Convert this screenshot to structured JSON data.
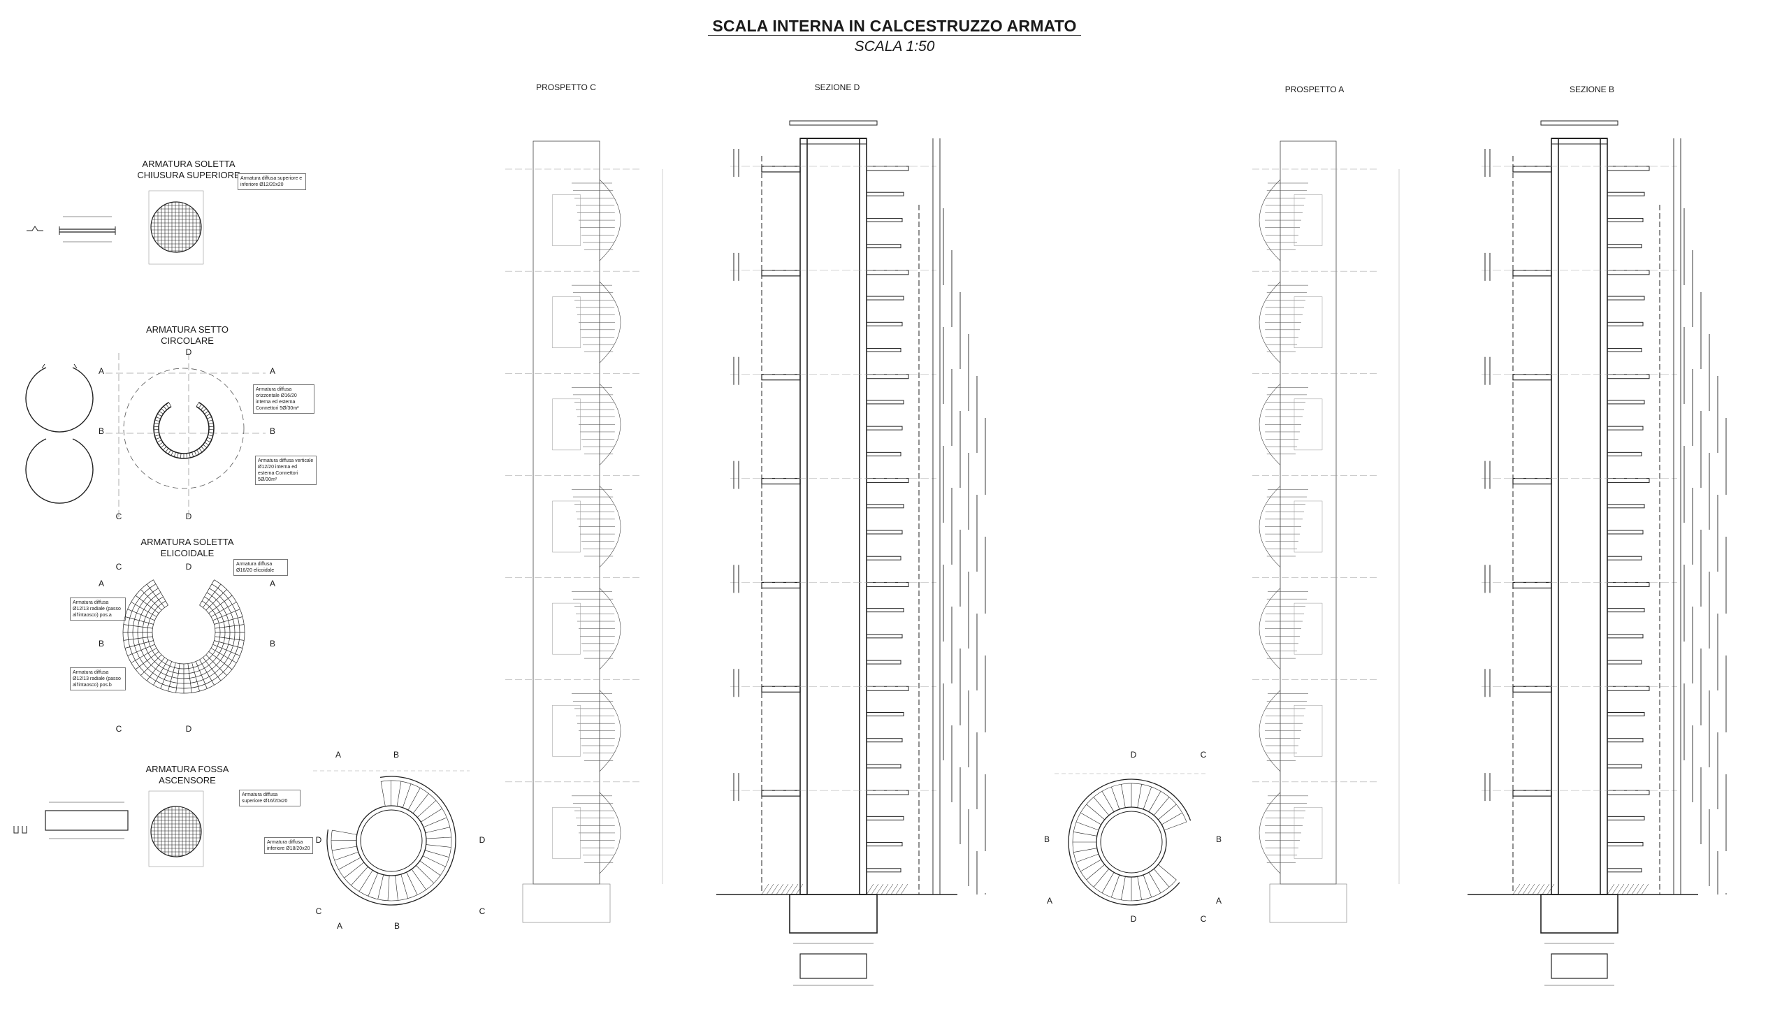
{
  "title": "SCALA INTERNA IN CALCESTRUZZO ARMATO",
  "subtitle": "SCALA 1:50",
  "views": {
    "prospetto_c": "PROSPETTO C",
    "sezione_d": "SEZIONE D",
    "prospetto_a": "PROSPETTO A",
    "sezione_b": "SEZIONE B"
  },
  "details": {
    "soletta_superiore": {
      "title_line1": "ARMATURA SOLETTA",
      "title_line2": "CHIUSURA SUPERIORE",
      "note": "Armatura diffusa superiore e inferiore Ø12/20x20"
    },
    "setto_circolare": {
      "title_line1": "ARMATURA SETTO",
      "title_line2": "CIRCOLARE",
      "note_horizontal": "Armatura diffusa orizzontale Ø16/20 interna ed esterna Connettori 5Ø/30m²",
      "note_vertical": "Armatura diffusa verticale Ø12/20 interna ed esterna Connettori 5Ø/30m²"
    },
    "soletta_elicoidale": {
      "title_line1": "ARMATURA SOLETTA",
      "title_line2": "ELICOIDALE",
      "note_top": "Armatura diffusa Ø16/20 elicoidale",
      "note_a": "Armatura diffusa Ø12/13 radiale (passo all'intaosco) pos.a",
      "note_b": "Armatura diffusa Ø12/13 radiale (passo all'intaosco) pos.b"
    },
    "fossa_ascensore": {
      "title_line1": "ARMATURA FOSSA",
      "title_line2": "ASCENSORE",
      "note_top": "Armatura diffusa superiore Ø16/20x20",
      "note_bottom": "Armatura diffusa inferiore Ø18/20x20"
    }
  },
  "section_letters": {
    "a": "A",
    "b": "B",
    "c": "C",
    "d": "D"
  }
}
